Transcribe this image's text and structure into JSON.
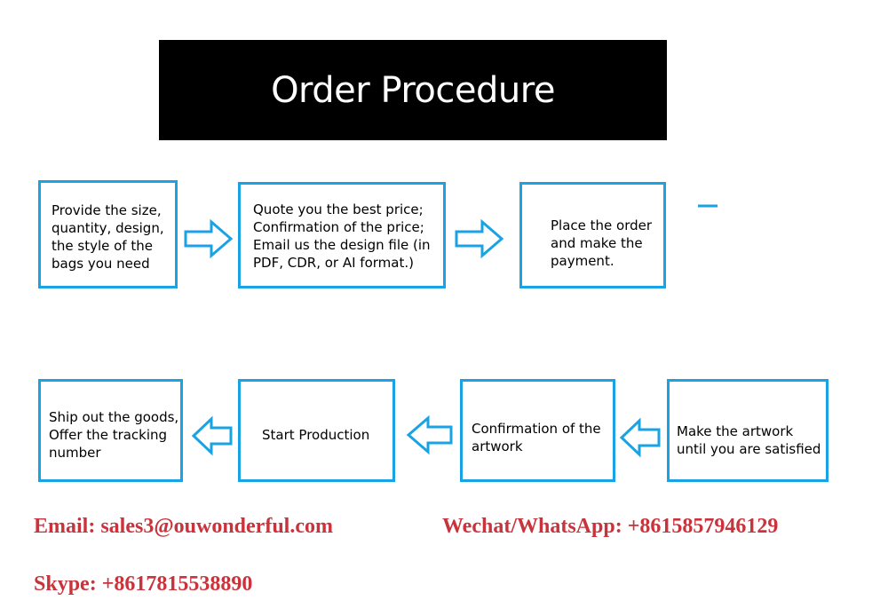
{
  "title": "Order Procedure",
  "steps": [
    {
      "text": "Provide the size,\nquantity, design,\nthe style of the\nbags you need"
    },
    {
      "text": "Quote you the best price;\nConfirmation of the price;\nEmail us the design file (in\nPDF, CDR, or AI format.)"
    },
    {
      "text": "Place the order\nand make the\npayment."
    },
    {
      "text": "Make the artwork\nuntil you are satisfied"
    },
    {
      "text": "Confirmation of the\nartwork"
    },
    {
      "text": "Start Production"
    },
    {
      "text": "Ship out the goods,\nOffer the tracking\nnumber"
    }
  ],
  "contact": {
    "email": "Email: sales3@ouwonderful.com",
    "wechat": "Wechat/WhatsApp: +8615857946129",
    "skype": "Skype: +8617815538890"
  },
  "colors": {
    "accent": "#1aa3e4",
    "banner": "#000000",
    "contact": "#c9333c"
  }
}
